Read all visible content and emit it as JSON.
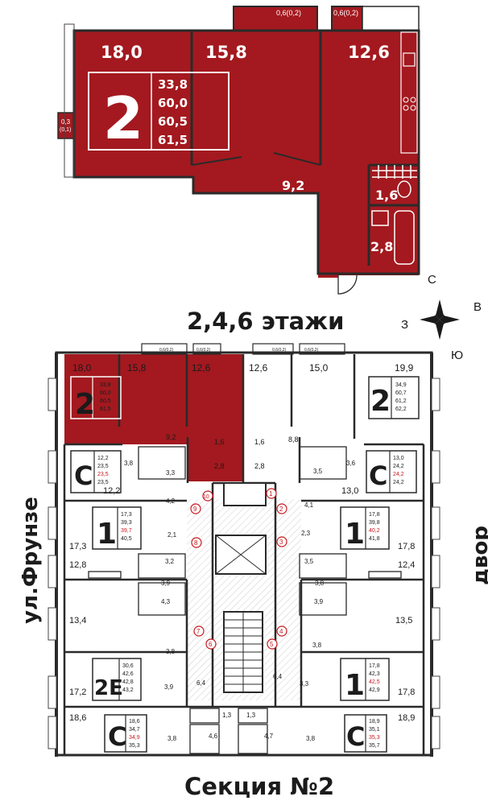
{
  "colors": {
    "accent": "#a3191f",
    "wall": "#2a2a2a",
    "floor": "#ffffff",
    "ink": "#1b1b1b",
    "highlight": "#c8161d"
  },
  "top_plan": {
    "rooms": {
      "r1": "18,0",
      "r2": "15,8",
      "r3": "12,6",
      "hall": "9,2",
      "wc": "1,6",
      "bath": "2,8"
    },
    "badge": {
      "rooms": "2",
      "areas": [
        "33,8",
        "60,0",
        "60,5",
        "61,5"
      ]
    },
    "balcony_left": {
      "a": "0,3",
      "b": "(0,1)"
    },
    "balcony_1": "0,6(0,2)",
    "balcony_2": "0,6(0,2)"
  },
  "compass": {
    "n": "С",
    "e": "В",
    "s": "Ю",
    "w": "З"
  },
  "floors_title": "2,4,6 этажи",
  "street_left": "ул.Фрунзе",
  "street_right": "двор",
  "section_title": "Секция №2",
  "plan": {
    "balconies": [
      "0,6(0,2)",
      "0,6(0,2)",
      "0,6(0,2)",
      "0,6(0,2)"
    ],
    "apt10": {
      "rooms": [
        "18,0",
        "15,8",
        "12,6",
        "9,2",
        "1,6",
        "2,8"
      ],
      "badge": "2",
      "areas": [
        "33,8",
        "60,0",
        "60,5",
        "61,5"
      ]
    },
    "apt1": {
      "rooms": [
        "12,6",
        "15,0",
        "19,9",
        "1,6",
        "2,8",
        "8,8"
      ],
      "badge": "2",
      "areas": [
        "34,9",
        "60,7",
        "61,2",
        "62,2"
      ]
    },
    "apt9": {
      "rooms": [
        "12,2",
        "3,8",
        "3,3",
        "4,2"
      ],
      "badge": "С",
      "areas": [
        "12,2",
        "23,5",
        "23,5",
        "23,5"
      ]
    },
    "apt2": {
      "rooms": [
        "3,5",
        "3,6",
        "13,0",
        "4,1"
      ],
      "badge": "С",
      "areas": [
        "13,0",
        "24,2",
        "24,2",
        "24,2"
      ]
    },
    "apt8": {
      "rooms": [
        "17,3",
        "2,1",
        "12,8",
        "3,2",
        "3,9"
      ],
      "badge": "1",
      "areas": [
        "17,3",
        "39,3",
        "39,7",
        "40,5"
      ]
    },
    "apt3": {
      "rooms": [
        "2,3",
        "17,8",
        "12,4",
        "3,5",
        "3,8"
      ],
      "badge": "1",
      "areas": [
        "17,8",
        "39,8",
        "40,2",
        "41,8"
      ]
    },
    "apt7": {
      "rooms": [
        "4,3",
        "13,4",
        "3,8"
      ]
    },
    "apt6": {
      "rooms": [
        "3,9",
        "17,2",
        "6,4"
      ],
      "badge": "2Е",
      "areas": [
        "30,6",
        "42,6",
        "42,8",
        "43,2"
      ]
    },
    "apt4": {
      "rooms": [
        "3,9",
        "13,5",
        "3,8"
      ]
    },
    "apt5": {
      "rooms": [
        "3,3",
        "17,8",
        "6,4"
      ],
      "badge": "1",
      "areas": [
        "17,8",
        "42,3",
        "42,5",
        "42,9"
      ]
    },
    "apt_bl": {
      "rooms": [
        "18,6",
        "3,8",
        "4,6",
        "1,3"
      ],
      "badge": "С",
      "areas": [
        "18,6",
        "34,7",
        "34,9",
        "35,3"
      ]
    },
    "apt_br": {
      "rooms": [
        "18,9",
        "3,8",
        "4,7",
        "1,3"
      ],
      "badge": "С",
      "areas": [
        "18,9",
        "35,1",
        "35,3",
        "35,7"
      ]
    },
    "markers": [
      "1",
      "2",
      "3",
      "4",
      "5",
      "6",
      "7",
      "8",
      "9",
      "10"
    ]
  }
}
